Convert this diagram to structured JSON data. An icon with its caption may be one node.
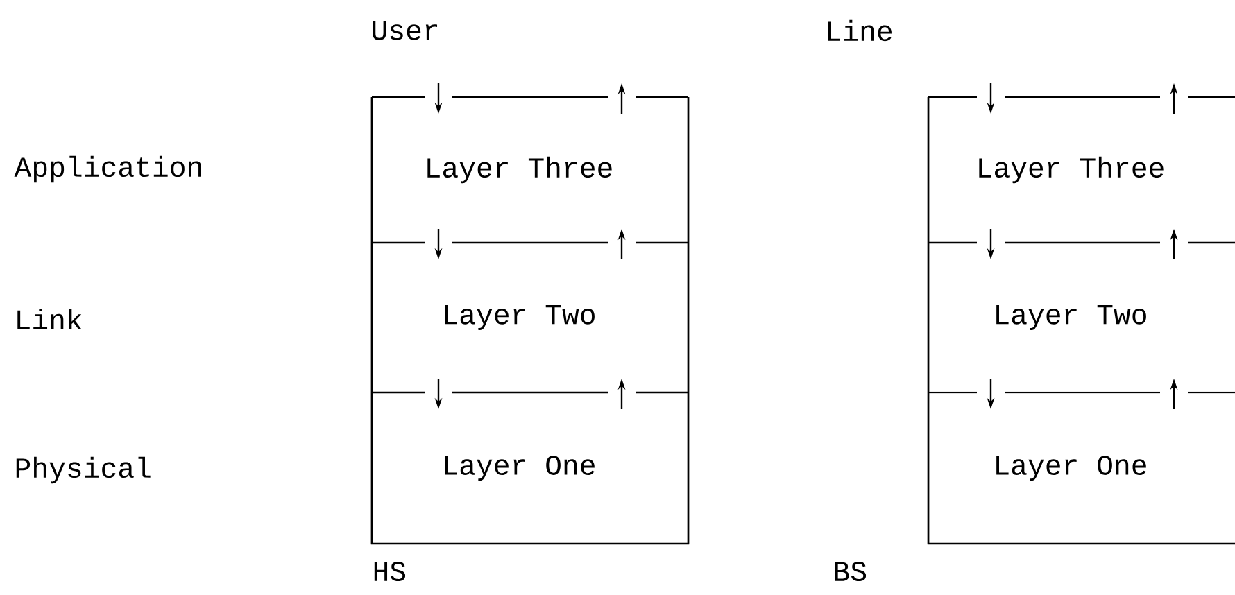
{
  "diagram": {
    "nodes": [
      {
        "text": [],
        "shape": "box"
      },
      {
        "text": [
          "Layer Three"
        ],
        "in": 0
      },
      {
        "text": [
          "Layer Two"
        ],
        "in": 0
      },
      {
        "text": [
          "Layer One"
        ],
        "in": 0
      },
      {
        "text": [],
        "shape": "box"
      },
      {
        "text": [
          "Layer Three"
        ],
        "in": 4
      },
      {
        "text": [
          "Layer Two"
        ],
        "in": 4
      },
      {
        "text": [
          "Layer One"
        ],
        "in": 4
      }
    ],
    "edges": [
      {
        "from": null,
        "to": 1,
        "arrow": "to"
      },
      {
        "from": 1,
        "to": null,
        "arrow": "to"
      },
      {
        "from": 1,
        "to": 2,
        "arrow": "to"
      },
      {
        "from": 2,
        "to": 1,
        "arrow": "to"
      },
      {
        "from": 2,
        "to": 3,
        "arrow": "to"
      },
      {
        "from": 3,
        "to": 2,
        "arrow": "to"
      },
      {
        "from": null,
        "to": 5,
        "arrow": "to"
      },
      {
        "from": 5,
        "to": null,
        "arrow": "to"
      },
      {
        "from": 5,
        "to": 6,
        "arrow": "to"
      },
      {
        "from": 6,
        "to": 5,
        "arrow": "to"
      },
      {
        "from": 6,
        "to": 7,
        "arrow": "to"
      },
      {
        "from": 7,
        "to": 6,
        "arrow": "to"
      }
    ],
    "labels": [
      "User",
      "Line",
      "Application",
      "Link",
      "Physical",
      "HS",
      "BS"
    ]
  }
}
